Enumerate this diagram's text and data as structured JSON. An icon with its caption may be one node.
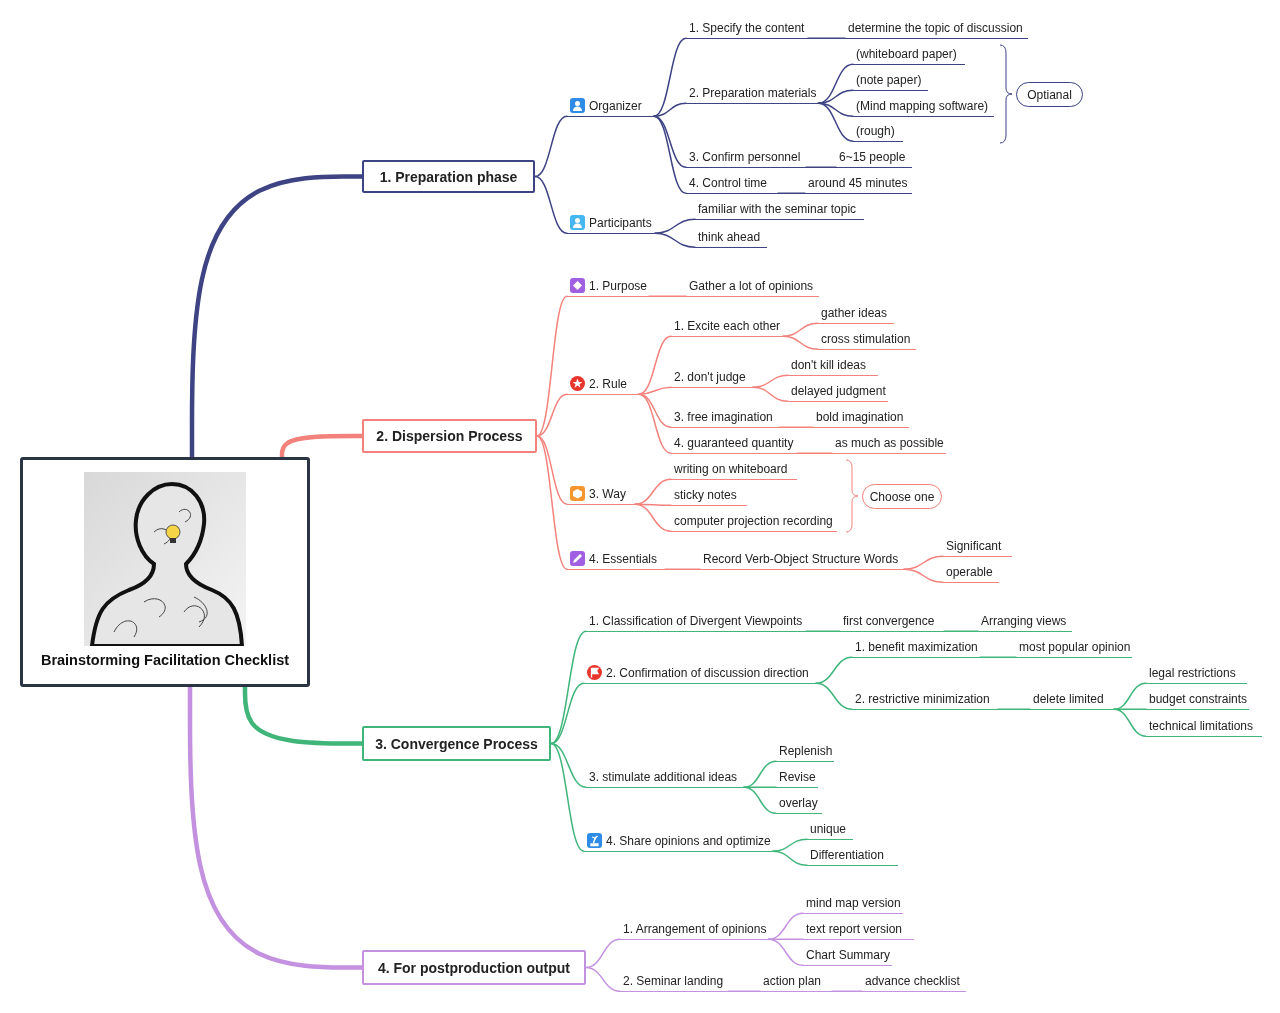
{
  "diagram": {
    "nodes": [
      {
        "text": [
          "Brainstorming Facilitation Checklist"
        ]
      },
      {
        "text": [
          "1. Preparation phase"
        ]
      },
      {
        "text": [
          "Organizer"
        ]
      },
      {
        "text": [
          "1. Specify the content"
        ]
      },
      {
        "text": [
          "determine the topic of discussion"
        ]
      },
      {
        "text": [
          "2. Preparation materials"
        ]
      },
      {
        "text": [
          "(whiteboard paper)"
        ]
      },
      {
        "text": [
          "(note paper)"
        ]
      },
      {
        "text": [
          "(Mind mapping software)"
        ]
      },
      {
        "text": [
          "(rough)"
        ]
      },
      {
        "text": [
          "3. Confirm personnel"
        ]
      },
      {
        "text": [
          "6~15 people"
        ]
      },
      {
        "text": [
          "4. Control time"
        ]
      },
      {
        "text": [
          "around 45 minutes"
        ]
      },
      {
        "text": [
          "Optianal"
        ]
      },
      {
        "text": [
          "Participants"
        ]
      },
      {
        "text": [
          "familiar with the seminar topic"
        ]
      },
      {
        "text": [
          "think ahead"
        ]
      },
      {
        "text": [
          "2. Dispersion Process"
        ]
      },
      {
        "text": [
          "1. Purpose"
        ]
      },
      {
        "text": [
          "Gather a lot of opinions"
        ]
      },
      {
        "text": [
          "2. Rule"
        ]
      },
      {
        "text": [
          "1. Excite each other"
        ]
      },
      {
        "text": [
          "gather ideas"
        ]
      },
      {
        "text": [
          "cross stimulation"
        ]
      },
      {
        "text": [
          "2. don't judge"
        ]
      },
      {
        "text": [
          "don't kill ideas"
        ]
      },
      {
        "text": [
          "delayed judgment"
        ]
      },
      {
        "text": [
          "3. free imagination"
        ]
      },
      {
        "text": [
          "bold imagination"
        ]
      },
      {
        "text": [
          "4. guaranteed quantity"
        ]
      },
      {
        "text": [
          "as much as possible"
        ]
      },
      {
        "text": [
          "3. Way"
        ]
      },
      {
        "text": [
          "writing on whiteboard"
        ]
      },
      {
        "text": [
          "sticky notes"
        ]
      },
      {
        "text": [
          "computer projection recording"
        ]
      },
      {
        "text": [
          "Choose one"
        ]
      },
      {
        "text": [
          "4. Essentials"
        ]
      },
      {
        "text": [
          "Record Verb-Object Structure Words"
        ]
      },
      {
        "text": [
          "Significant"
        ]
      },
      {
        "text": [
          "operable"
        ]
      },
      {
        "text": [
          "3. Convergence Process"
        ]
      },
      {
        "text": [
          "1. Classification of Divergent Viewpoints"
        ]
      },
      {
        "text": [
          "first convergence"
        ]
      },
      {
        "text": [
          "Arranging views"
        ]
      },
      {
        "text": [
          "2. Confirmation of discussion direction"
        ]
      },
      {
        "text": [
          "1. benefit maximization"
        ]
      },
      {
        "text": [
          "most popular opinion"
        ]
      },
      {
        "text": [
          "2. restrictive minimization"
        ]
      },
      {
        "text": [
          "delete limited"
        ]
      },
      {
        "text": [
          "legal restrictions"
        ]
      },
      {
        "text": [
          "budget constraints"
        ]
      },
      {
        "text": [
          "technical limitations"
        ]
      },
      {
        "text": [
          "3. stimulate additional ideas"
        ]
      },
      {
        "text": [
          "Replenish"
        ]
      },
      {
        "text": [
          "Revise"
        ]
      },
      {
        "text": [
          "overlay"
        ]
      },
      {
        "text": [
          "4. Share opinions and optimize"
        ]
      },
      {
        "text": [
          "unique"
        ]
      },
      {
        "text": [
          "Differentiation"
        ]
      },
      {
        "text": [
          "4. For postproduction output"
        ]
      },
      {
        "text": [
          "1. Arrangement of opinions"
        ]
      },
      {
        "text": [
          "mind map version"
        ]
      },
      {
        "text": [
          "text report version"
        ]
      },
      {
        "text": [
          "Chart Summary"
        ]
      },
      {
        "text": [
          "2. Seminar landing"
        ]
      },
      {
        "text": [
          "action plan"
        ]
      },
      {
        "text": [
          "advance checklist"
        ]
      }
    ],
    "edges": [
      {
        "from": 0,
        "to": 1,
        "arrow": "none",
        "style": "thick",
        "color": "#3d4383"
      },
      {
        "from": 0,
        "to": 18,
        "arrow": "none",
        "style": "thick",
        "color": "#f3827c"
      },
      {
        "from": 0,
        "to": 41,
        "arrow": "none",
        "style": "thick",
        "color": "#3fb57a"
      },
      {
        "from": 0,
        "to": 60,
        "arrow": "none",
        "style": "thick",
        "color": "#c391e0"
      },
      {
        "from": 1,
        "to": 2,
        "arrow": "none",
        "color": "#3d4383"
      },
      {
        "from": 1,
        "to": 15,
        "arrow": "none",
        "color": "#3d4383"
      },
      {
        "from": 2,
        "to": 3,
        "arrow": "none",
        "color": "#3d4383"
      },
      {
        "from": 3,
        "to": 4,
        "arrow": "none",
        "color": "#3d4383"
      },
      {
        "from": 2,
        "to": 5,
        "arrow": "none",
        "color": "#3d4383"
      },
      {
        "from": 5,
        "to": 6,
        "arrow": "none",
        "color": "#3d4383"
      },
      {
        "from": 5,
        "to": 7,
        "arrow": "none",
        "color": "#3d4383"
      },
      {
        "from": 5,
        "to": 8,
        "arrow": "none",
        "color": "#3d4383"
      },
      {
        "from": 5,
        "to": 9,
        "arrow": "none",
        "color": "#3d4383"
      },
      {
        "from": 2,
        "to": 10,
        "arrow": "none",
        "color": "#3d4383"
      },
      {
        "from": 10,
        "to": 11,
        "arrow": "none",
        "color": "#3d4383"
      },
      {
        "from": 2,
        "to": 12,
        "arrow": "none",
        "color": "#3d4383"
      },
      {
        "from": 12,
        "to": 13,
        "arrow": "none",
        "color": "#3d4383"
      },
      {
        "from": 15,
        "to": 16,
        "arrow": "none",
        "color": "#3d4383"
      },
      {
        "from": 15,
        "to": 17,
        "arrow": "none",
        "color": "#3d4383"
      },
      {
        "from": 18,
        "to": 19,
        "arrow": "none",
        "color": "#f3827c"
      },
      {
        "from": 19,
        "to": 20,
        "arrow": "none",
        "color": "#f3827c"
      },
      {
        "from": 18,
        "to": 21,
        "arrow": "none",
        "color": "#f3827c"
      },
      {
        "from": 21,
        "to": 22,
        "arrow": "none",
        "color": "#f3827c"
      },
      {
        "from": 22,
        "to": 23,
        "arrow": "none",
        "color": "#f3827c"
      },
      {
        "from": 22,
        "to": 24,
        "arrow": "none",
        "color": "#f3827c"
      },
      {
        "from": 21,
        "to": 25,
        "arrow": "none",
        "color": "#f3827c"
      },
      {
        "from": 25,
        "to": 26,
        "arrow": "none",
        "color": "#f3827c"
      },
      {
        "from": 25,
        "to": 27,
        "arrow": "none",
        "color": "#f3827c"
      },
      {
        "from": 21,
        "to": 28,
        "arrow": "none",
        "color": "#f3827c"
      },
      {
        "from": 28,
        "to": 29,
        "arrow": "none",
        "color": "#f3827c"
      },
      {
        "from": 21,
        "to": 30,
        "arrow": "none",
        "color": "#f3827c"
      },
      {
        "from": 30,
        "to": 31,
        "arrow": "none",
        "color": "#f3827c"
      },
      {
        "from": 18,
        "to": 32,
        "arrow": "none",
        "color": "#f3827c"
      },
      {
        "from": 32,
        "to": 33,
        "arrow": "none",
        "color": "#f3827c"
      },
      {
        "from": 32,
        "to": 34,
        "arrow": "none",
        "color": "#f3827c"
      },
      {
        "from": 32,
        "to": 35,
        "arrow": "none",
        "color": "#f3827c"
      },
      {
        "from": 18,
        "to": 37,
        "arrow": "none",
        "color": "#f3827c"
      },
      {
        "from": 37,
        "to": 38,
        "arrow": "none",
        "color": "#f3827c"
      },
      {
        "from": 38,
        "to": 39,
        "arrow": "none",
        "color": "#f3827c"
      },
      {
        "from": 38,
        "to": 40,
        "arrow": "none",
        "color": "#f3827c"
      },
      {
        "from": 41,
        "to": 42,
        "arrow": "none",
        "color": "#3fb57a"
      },
      {
        "from": 42,
        "to": 43,
        "arrow": "none",
        "color": "#3fb57a"
      },
      {
        "from": 43,
        "to": 44,
        "arrow": "none",
        "color": "#3fb57a"
      },
      {
        "from": 41,
        "to": 45,
        "arrow": "none",
        "color": "#3fb57a"
      },
      {
        "from": 45,
        "to": 46,
        "arrow": "none",
        "color": "#3fb57a"
      },
      {
        "from": 46,
        "to": 47,
        "arrow": "none",
        "color": "#3fb57a"
      },
      {
        "from": 45,
        "to": 48,
        "arrow": "none",
        "color": "#3fb57a"
      },
      {
        "from": 48,
        "to": 49,
        "arrow": "none",
        "color": "#3fb57a"
      },
      {
        "from": 49,
        "to": 50,
        "arrow": "none",
        "color": "#3fb57a"
      },
      {
        "from": 49,
        "to": 51,
        "arrow": "none",
        "color": "#3fb57a"
      },
      {
        "from": 49,
        "to": 52,
        "arrow": "none",
        "color": "#3fb57a"
      },
      {
        "from": 41,
        "to": 53,
        "arrow": "none",
        "color": "#3fb57a"
      },
      {
        "from": 53,
        "to": 54,
        "arrow": "none",
        "color": "#3fb57a"
      },
      {
        "from": 53,
        "to": 55,
        "arrow": "none",
        "color": "#3fb57a"
      },
      {
        "from": 53,
        "to": 56,
        "arrow": "none",
        "color": "#3fb57a"
      },
      {
        "from": 41,
        "to": 57,
        "arrow": "none",
        "color": "#3fb57a"
      },
      {
        "from": 57,
        "to": 58,
        "arrow": "none",
        "color": "#3fb57a"
      },
      {
        "from": 57,
        "to": 59,
        "arrow": "none",
        "color": "#3fb57a"
      },
      {
        "from": 60,
        "to": 61,
        "arrow": "none",
        "color": "#c391e0"
      },
      {
        "from": 61,
        "to": 62,
        "arrow": "none",
        "color": "#c391e0"
      },
      {
        "from": 61,
        "to": 63,
        "arrow": "none",
        "color": "#c391e0"
      },
      {
        "from": 61,
        "to": 64,
        "arrow": "none",
        "color": "#c391e0"
      },
      {
        "from": 60,
        "to": 65,
        "arrow": "none",
        "color": "#c391e0"
      },
      {
        "from": 65,
        "to": 66,
        "arrow": "none",
        "color": "#c391e0"
      },
      {
        "from": 66,
        "to": 67,
        "arrow": "none",
        "color": "#c391e0"
      }
    ]
  }
}
